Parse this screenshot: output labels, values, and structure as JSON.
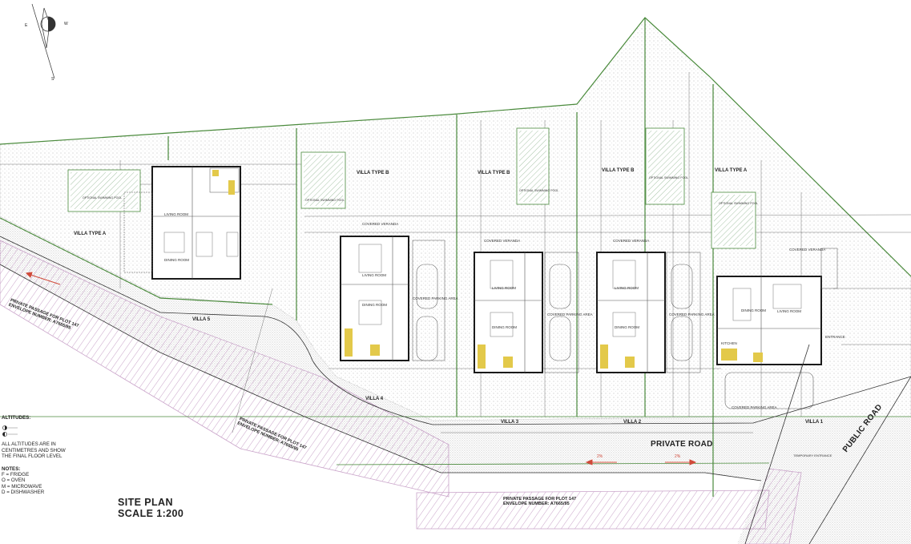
{
  "villas": {
    "type_labels": [
      "VILLA TYPE A",
      "VILLA TYPE B",
      "VILLA TYPE B",
      "VILLA TYPE B",
      "VILLA TYPE A"
    ],
    "names": [
      "VILLA 5",
      "VILLA 4",
      "VILLA 3",
      "VILLA 2",
      "VILLA 1"
    ]
  },
  "rooms": {
    "living_room": "LIVING ROOM",
    "dining_room": "DINING ROOM",
    "covered_veranda": "COVERED VERANDA",
    "covered_parking": "COVERED PARKING AREA",
    "kitchen": "KITCHEN",
    "optional_pool": "OPTIONAL SWIMMING POOL",
    "entrance": "ENTRANCE"
  },
  "roads": {
    "private_road": "PRIVATE ROAD",
    "public_road": "PUBLIC ROAD",
    "passage_line1": "PRIVATE PASSAGE FOR PLOT 147",
    "passage_line2": "ENVELOPE NUMBER: A7665/95",
    "temp_entrance": "TEMPORARY ENTRANCE"
  },
  "notes": {
    "altitudes_heading": "ALTITUDES:",
    "altitudes_text": [
      "ALL ALTITUDES ARE IN",
      "CENTIMETRES AND SHOW",
      "THE FINAL FLOOR LEVEL"
    ],
    "notes_heading": "NOTES:",
    "notes_items": [
      "F = FRIDGE",
      "O = OVEN",
      "M = MICROWAVE",
      "D = DISHWASHER"
    ]
  },
  "title": {
    "line1": "SITE PLAN",
    "line2": "SCALE 1:200"
  },
  "compass": {
    "e": "E",
    "w": "W",
    "s": "S"
  },
  "slope_labels": [
    "2%",
    "2%"
  ],
  "colors": {
    "boundary": "#4a8a3c",
    "passage_hatch": "#c9a3c9",
    "walls": "#1a1a1a",
    "lines": "#555555",
    "kitchen": "#e3c94a",
    "arrows": "#d04a3a"
  }
}
